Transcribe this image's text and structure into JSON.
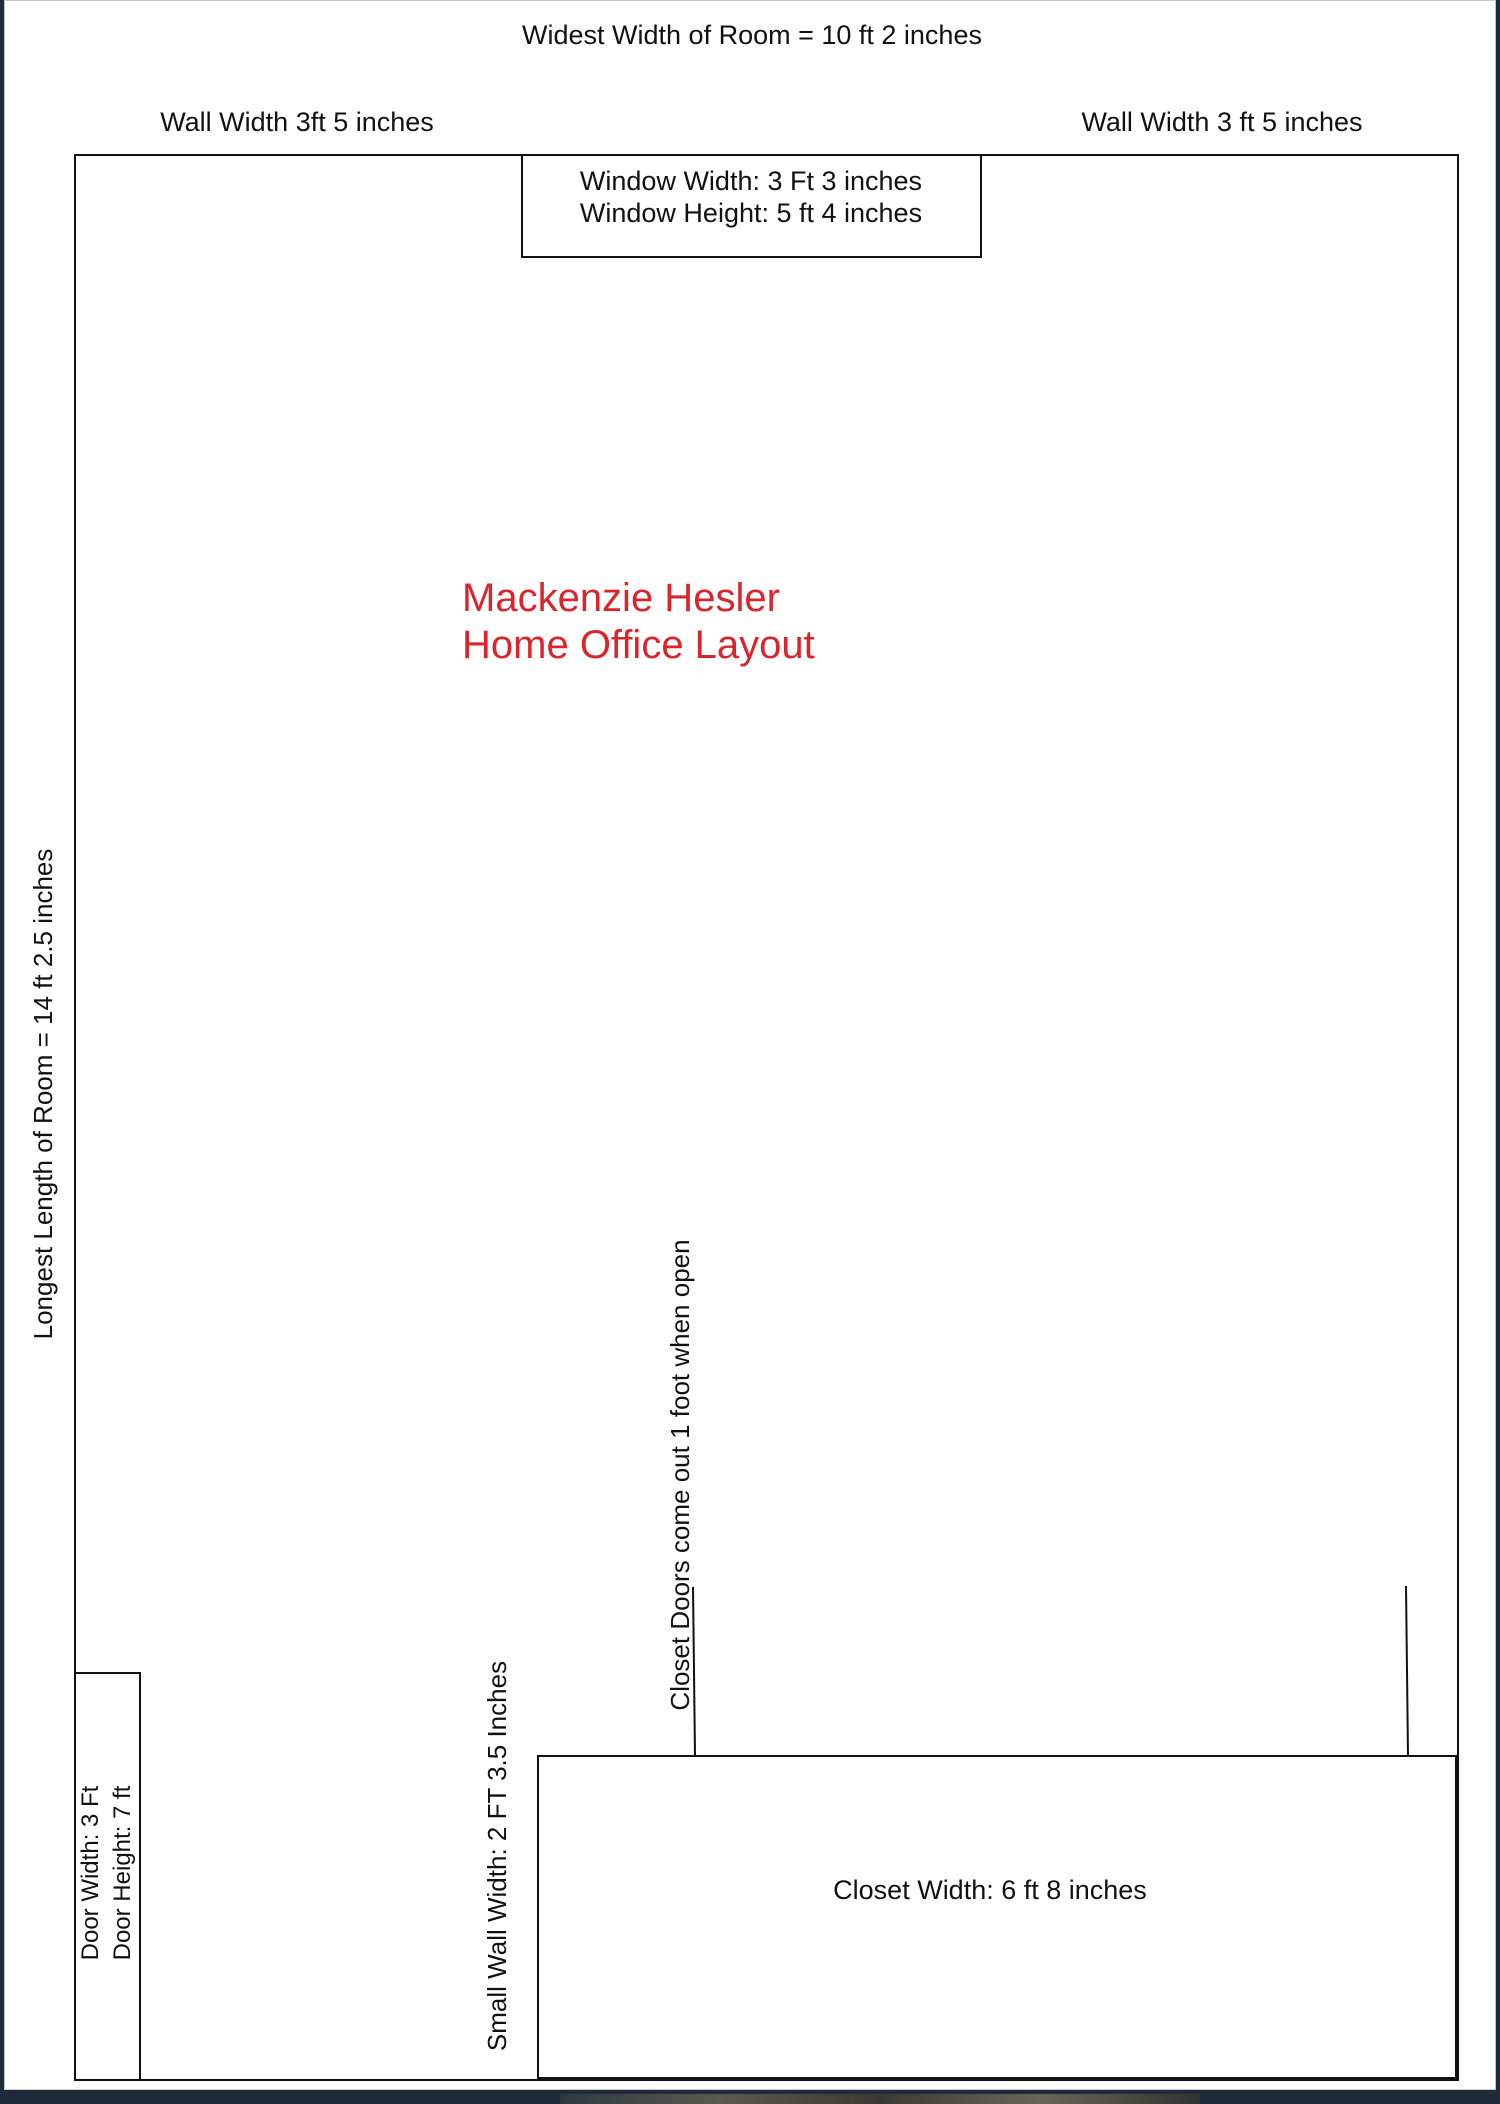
{
  "plan": {
    "title_line1": "Mackenzie Hesler",
    "title_line2": "Home Office Layout",
    "title_color": "#d9252b",
    "line_color": "#111111",
    "labels": {
      "widest_width": "Widest Width of Room = 10 ft 2 inches",
      "wall_width_left": "Wall Width 3ft 5 inches",
      "wall_width_right": "Wall Width 3 ft 5 inches",
      "window_width": "Window Width: 3 Ft 3 inches",
      "window_height": "Window Height: 5 ft 4 inches",
      "longest_length": "Longest Length of Room = 14 ft 2.5 inches",
      "closet_doors": "Closet Doors come out 1 foot when open",
      "small_wall_width": "Small Wall Width: 2 FT 3.5 Inches",
      "door_width": "Door Width: 3 Ft",
      "door_height": "Door Height: 7 ft",
      "closet_width": "Closet Width: 6 ft 8 inches"
    }
  }
}
